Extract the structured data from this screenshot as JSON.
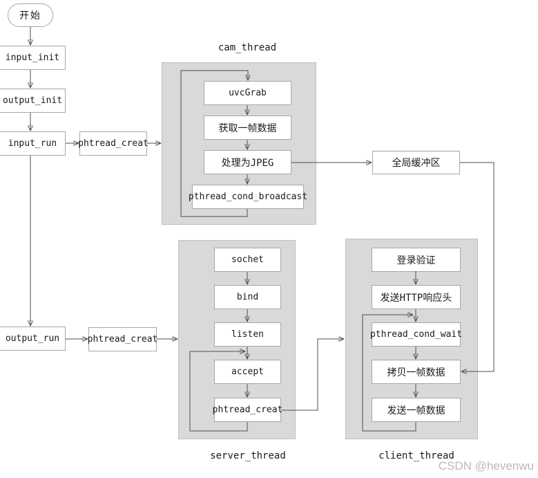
{
  "diagram": {
    "start_label": "开始",
    "nodes": {
      "input_init": "input_init",
      "output_init": "output_init",
      "input_run": "input_run",
      "output_run": "output_run",
      "phtread_creat_top": "phtread_creat",
      "phtread_creat_bottom": "phtread_creat",
      "global_buffer": "全局缓冲区"
    },
    "cam_thread": {
      "title": "cam_thread",
      "steps": [
        "uvcGrab",
        "获取一帧数据",
        "处理为JPEG",
        "pthread_cond_broadcast"
      ]
    },
    "server_thread": {
      "title": "server_thread",
      "steps": [
        "sochet",
        "bind",
        "listen",
        "accept",
        "phtread_creat"
      ]
    },
    "client_thread": {
      "title": "client_thread",
      "steps": [
        "登录验证",
        "发送HTTP响应头",
        "pthread_cond_wait",
        "拷贝一帧数据",
        "发送一帧数据"
      ]
    },
    "watermark": "CSDN @hevenwu"
  },
  "colors": {
    "container_fill": "#d9d9d9",
    "box_fill": "#ffffff",
    "box_border": "#a6a6a6",
    "line": "#4d4d4d",
    "arrow": "#1a1a1a",
    "text": "#1a1a1a",
    "watermark": "#b9b9b9"
  }
}
